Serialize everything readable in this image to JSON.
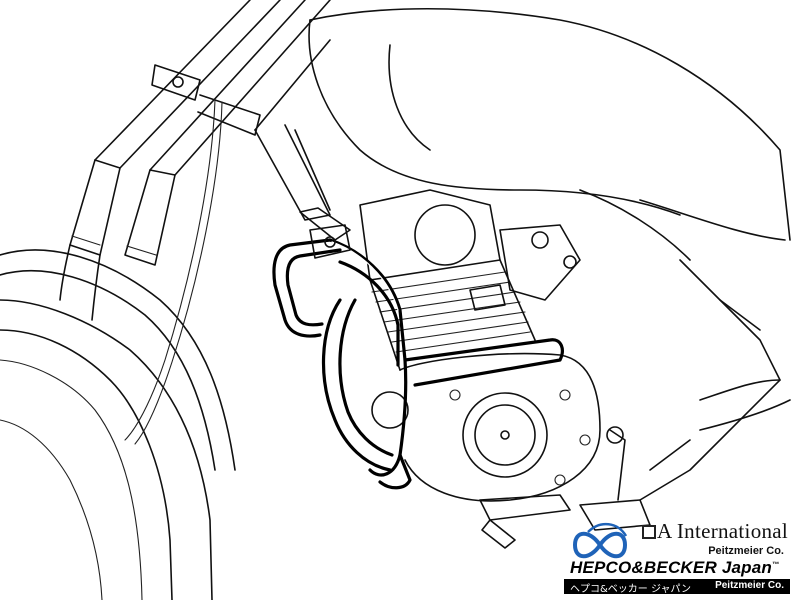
{
  "logo": {
    "company": "A International",
    "company_sub": "Peitzmeier Co.",
    "brand": "HEPCO&BECKER Japan",
    "brand_mark": "™",
    "kana": "ヘプコ&ベッカー ジャパン",
    "kana_sub": "Peitzmeier Co."
  },
  "icons": [
    "infinity-logo-icon"
  ]
}
